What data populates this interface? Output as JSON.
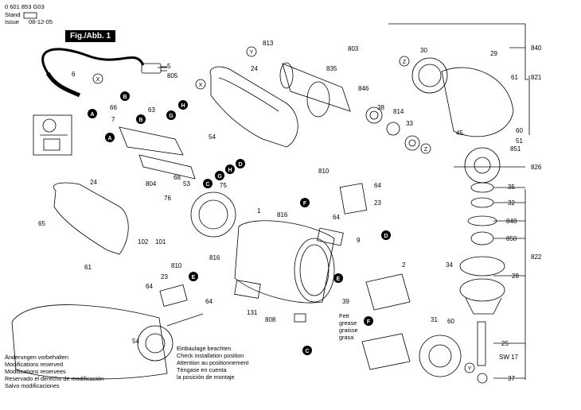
{
  "header": {
    "part_number": "0 601 853 G03",
    "stand_label": "Stand",
    "issue_label": "Issue",
    "issue_date": "08-12-05",
    "figure_label": "Fig./Abb. 1"
  },
  "notes": {
    "modifications": [
      "Änderungen vorbehalten",
      "Modifications reserved",
      "Modifications reservees",
      "Reservado el derecho de modificación",
      "Salvo modificaciones"
    ],
    "installation": [
      "Einbaulage beachten",
      "Check installation position",
      "Attention au positionnement",
      "Téngase en cuenta",
      "la posición de montaje"
    ],
    "grease": [
      "Fett",
      "grease",
      "graisse",
      "grasa"
    ]
  },
  "callouts": {
    "mod_lines": [
      "Änderungen vorbehalten",
      "Modifications reserved",
      "Modifications reservees",
      "Reservado el derecho de modificación",
      "Salvo modificaciones"
    ]
  },
  "part_numbers": [
    "5",
    "805",
    "6",
    "66",
    "63",
    "7",
    "24",
    "54",
    "804",
    "53",
    "68",
    "76",
    "75",
    "1",
    "816",
    "810",
    "64",
    "23",
    "9",
    "2",
    "39",
    "31",
    "30",
    "835",
    "803",
    "846",
    "38",
    "814",
    "33",
    "45",
    "29",
    "840",
    "821",
    "61",
    "60",
    "51",
    "851",
    "826",
    "35",
    "32",
    "848",
    "850",
    "34",
    "28",
    "822",
    "25",
    "SW 17",
    "37",
    "65",
    "102",
    "101",
    "131",
    "808",
    "813"
  ],
  "reference_letters": [
    "A",
    "B",
    "C",
    "D",
    "E",
    "F",
    "G",
    "H",
    "X",
    "Y",
    "Z"
  ]
}
